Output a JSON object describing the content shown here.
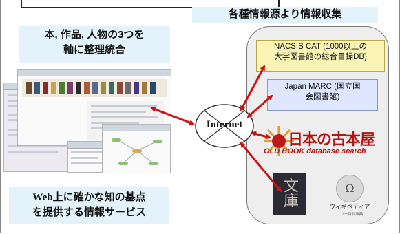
{
  "header": {
    "title": "各種情報源より情報収集"
  },
  "left_top": {
    "line1": "本, 作品, 人物の3つを",
    "line2": "軸に整理統合"
  },
  "left_bottom": {
    "line1": "Web上に確かな知の基点",
    "line2": "を提供する情報サービス"
  },
  "hub": {
    "label": "Internet"
  },
  "sources": {
    "nacsis": {
      "line1": "NACSIS CAT (1000以上の",
      "line2": "大学図書館の総合目録DB)"
    },
    "jmarc": {
      "line1": "Japan MARC (国立国",
      "line2": "会図書館)"
    },
    "furuhonya": {
      "title": "日本の古本屋",
      "subtitle": "OLD BOOK database search"
    },
    "bunko": {
      "label": "文庫"
    },
    "wikipedia": {
      "globe": "Ω",
      "name": "ウィキペディア",
      "sub": "フリー百科事典"
    }
  },
  "colors": {
    "arrow": "#cc1111",
    "label_bg": "#e4f3fb",
    "panel_bg": "#eeeeee",
    "nacsis_bg": "#fbf4b4",
    "jmarc_bg": "#dfe6ff"
  }
}
